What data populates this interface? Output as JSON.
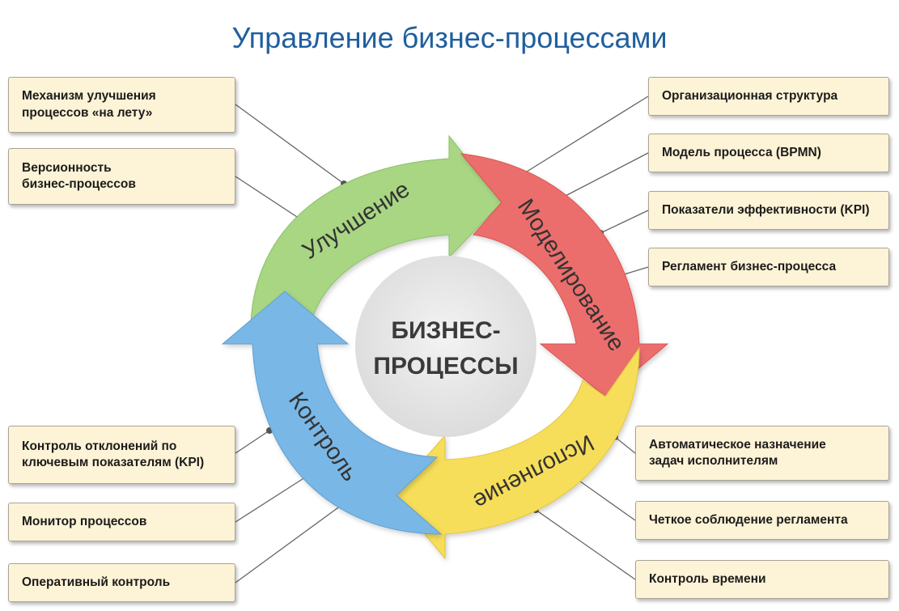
{
  "title": "Управление бизнес-процессами",
  "center": {
    "line1": "БИЗНЕС-",
    "line2": "ПРОЦЕССЫ"
  },
  "stages": [
    {
      "label": "Моделирование",
      "color": "#e8585a"
    },
    {
      "label": "Исполнение",
      "color": "#f4d94a"
    },
    {
      "label": "Контроль",
      "color": "#6aaee0"
    },
    {
      "label": "Улучшение",
      "color": "#9ccc72"
    }
  ],
  "boxes": [
    {
      "id": "mechanism",
      "line1": "Механизм улучшения",
      "line2": "процессов «на лету»"
    },
    {
      "id": "versioning",
      "line1": "Версионность",
      "line2": "бизнес-процессов"
    },
    {
      "id": "org-structure",
      "line1": "Организационная структура",
      "line2": ""
    },
    {
      "id": "process-model",
      "line1": "Модель процесса (BPMN)",
      "line2": ""
    },
    {
      "id": "kpi",
      "line1": "Показатели эффективности (KPI)",
      "line2": ""
    },
    {
      "id": "regulation",
      "line1": "Регламент бизнес-процесса",
      "line2": ""
    },
    {
      "id": "auto-assign",
      "line1": "Автоматическое назначение",
      "line2": "задач исполнителям"
    },
    {
      "id": "compliance",
      "line1": "Четкое соблюдение регламента",
      "line2": ""
    },
    {
      "id": "time-control",
      "line1": "Контроль времени",
      "line2": ""
    },
    {
      "id": "deviation",
      "line1": "Контроль отклонений по",
      "line2": "ключевым показателям (KPI)"
    },
    {
      "id": "monitor",
      "line1": "Монитор процессов",
      "line2": ""
    },
    {
      "id": "operational",
      "line1": "Оперативный контроль",
      "line2": ""
    }
  ]
}
